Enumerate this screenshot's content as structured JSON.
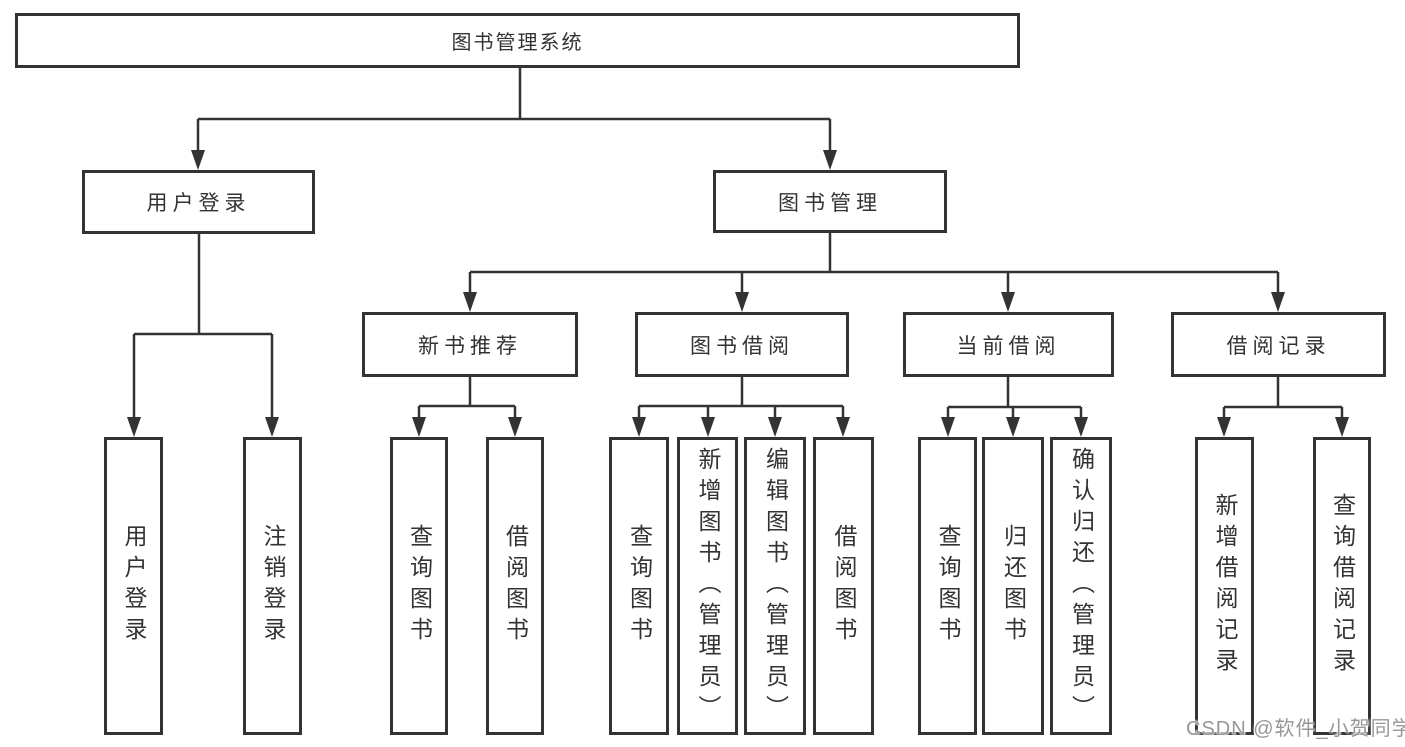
{
  "root": {
    "label": "图书管理系统"
  },
  "level2": [
    {
      "label": "用户登录"
    },
    {
      "label": "图书管理"
    }
  ],
  "level3": [
    {
      "label": "新书推荐"
    },
    {
      "label": "图书借阅"
    },
    {
      "label": "当前借阅"
    },
    {
      "label": "借阅记录"
    }
  ],
  "leaf_groups": [
    {
      "parent": "用户登录",
      "children": [
        "用户登录",
        "注销登录"
      ]
    },
    {
      "parent": "新书推荐",
      "children": [
        "查询图书",
        "借阅图书"
      ]
    },
    {
      "parent": "图书借阅",
      "children": [
        "查询图书",
        "新增图书（管理员）",
        "编辑图书（管理员）",
        "借阅图书"
      ]
    },
    {
      "parent": "当前借阅",
      "children": [
        "查询图书",
        "归还图书",
        "确认归还（管理员）"
      ]
    },
    {
      "parent": "借阅记录",
      "children": [
        "新增借阅记录",
        "查询借阅记录"
      ]
    }
  ],
  "watermark": "CSDN @软件_小贺同学",
  "colors": {
    "line": "#333333",
    "text": "#333333",
    "watermark": "#979797",
    "background": "#ffffff"
  }
}
